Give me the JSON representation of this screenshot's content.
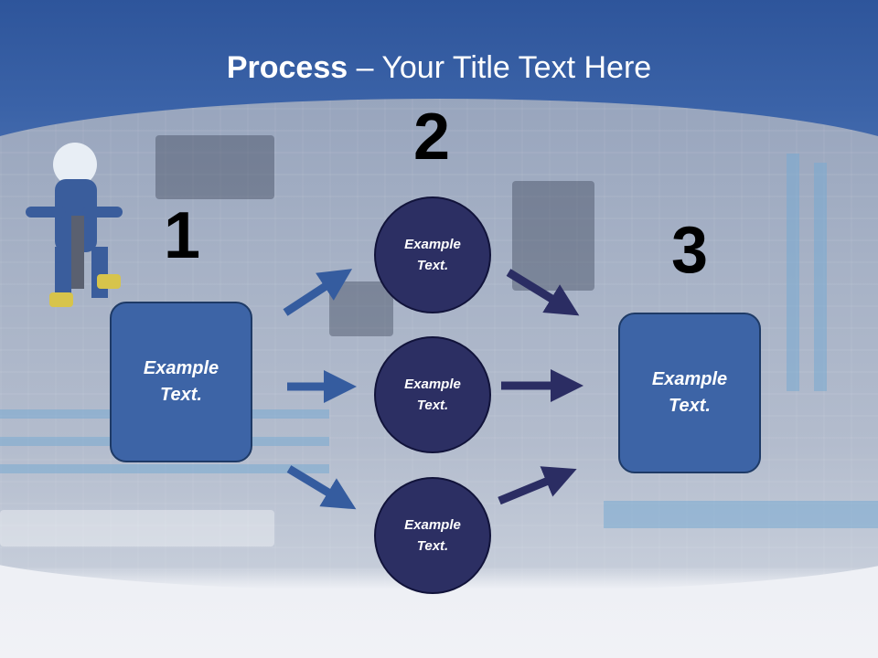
{
  "title": {
    "bold": "Process",
    "rest": " – Your Title Text Here"
  },
  "steps": {
    "one": "1",
    "two": "2",
    "three": "3"
  },
  "left_box": {
    "line1": "Example",
    "line2": "Text."
  },
  "circles": [
    {
      "line1": "Example",
      "line2": "Text."
    },
    {
      "line1": "Example",
      "line2": "Text."
    },
    {
      "line1": "Example",
      "line2": "Text."
    }
  ],
  "right_box": {
    "line1": "Example",
    "line2": "Text."
  },
  "colors": {
    "header_blue": "#3b63a8",
    "box_fill": "#3d64a6",
    "circle_fill": "#2c2f63",
    "arrow_blue": "#355c9f",
    "arrow_navy": "#2b2d63"
  }
}
